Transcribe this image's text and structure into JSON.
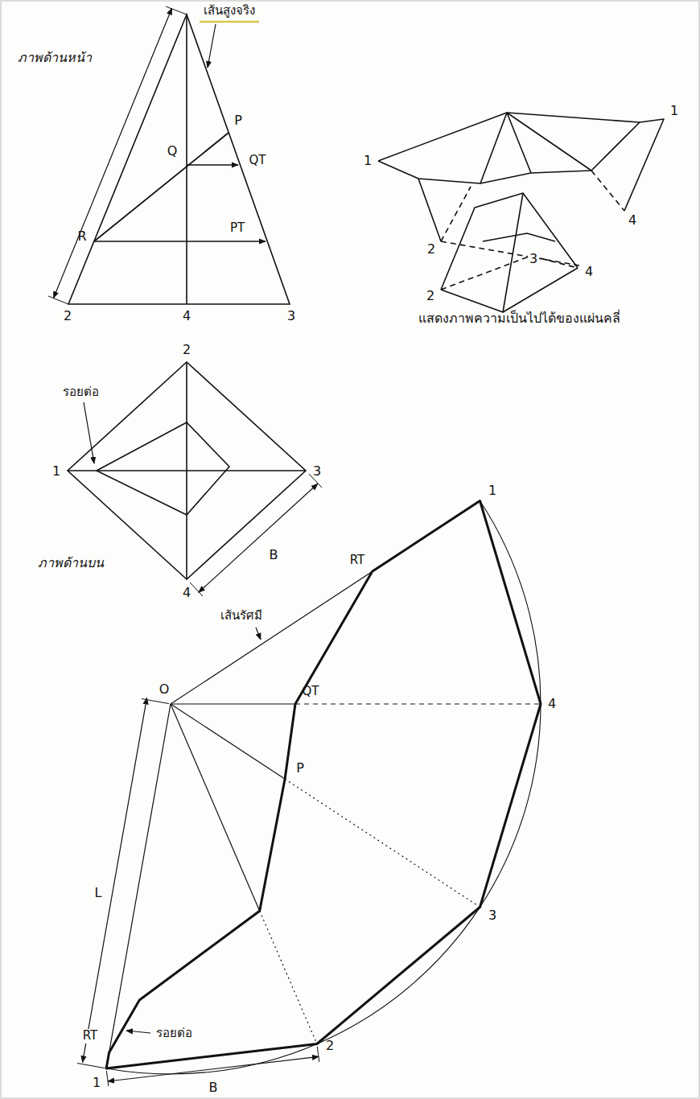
{
  "diagram": {
    "labels": [
      "ภาพด้านหน้า",
      "เส้นสูงจริง",
      "P",
      "Q",
      "QT",
      "R",
      "PT",
      "2",
      "4",
      "3",
      "1",
      "1",
      "4",
      "2",
      "3",
      "4",
      "2",
      "แสดงภาพความเป็นไปได้ของแผ่นคลี่",
      "2",
      "รอยต่อ",
      "1",
      "3",
      "B",
      "4",
      "ภาพด้านบน",
      "1",
      "RT",
      "เส้นรัศมี",
      "O",
      "QT",
      "P",
      "4",
      "3",
      "L",
      "RT",
      "รอยต่อ",
      "1",
      "2",
      "B"
    ]
  }
}
